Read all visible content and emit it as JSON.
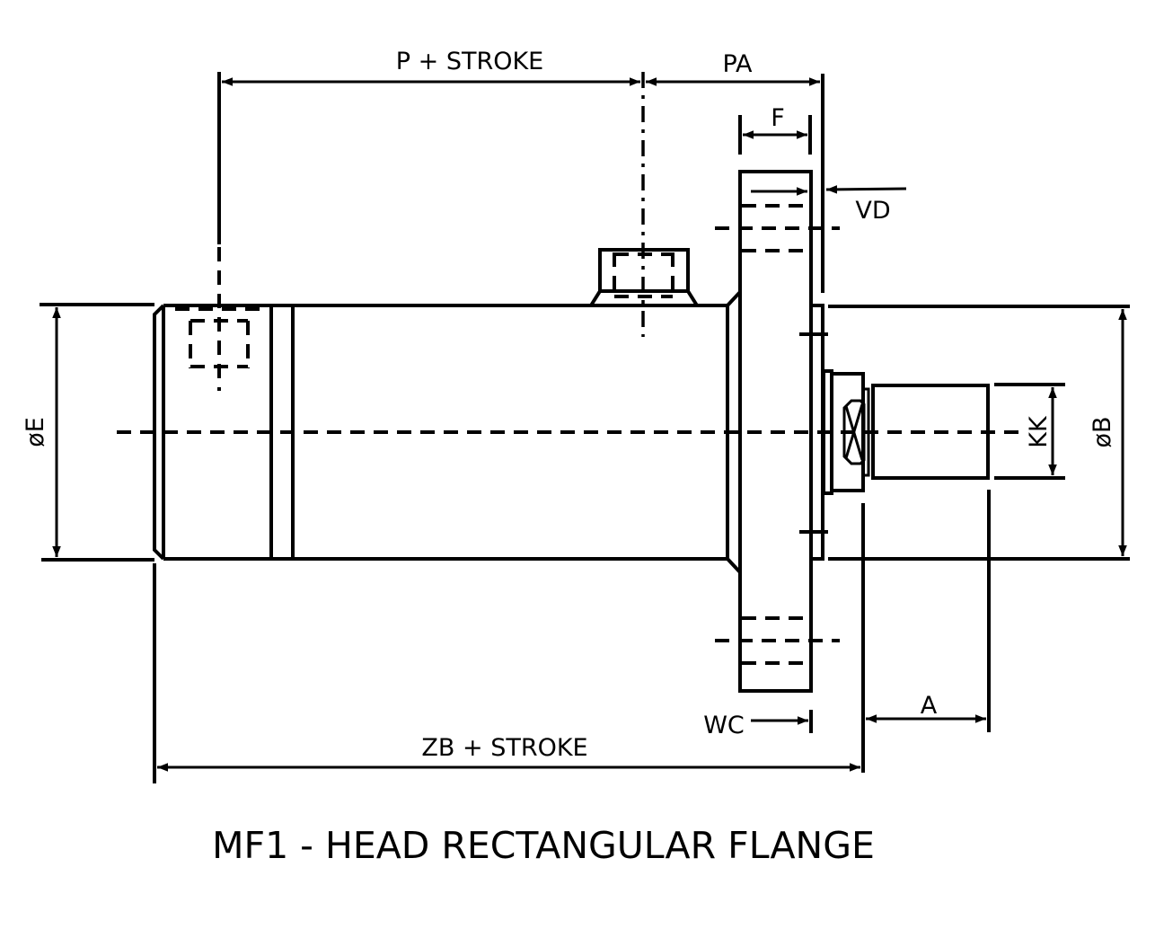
{
  "title": "MF1 - HEAD RECTANGULAR FLANGE",
  "dimensions": {
    "p_stroke": "P + STROKE",
    "pa": "PA",
    "f": "F",
    "vd": "VD",
    "diameter_e": "øE",
    "diameter_b": "øB",
    "kk": "KK",
    "wc": "WC",
    "a": "A",
    "zb_stroke": "ZB + STROKE"
  },
  "colors": {
    "line": "#000000",
    "background": "#ffffff"
  }
}
